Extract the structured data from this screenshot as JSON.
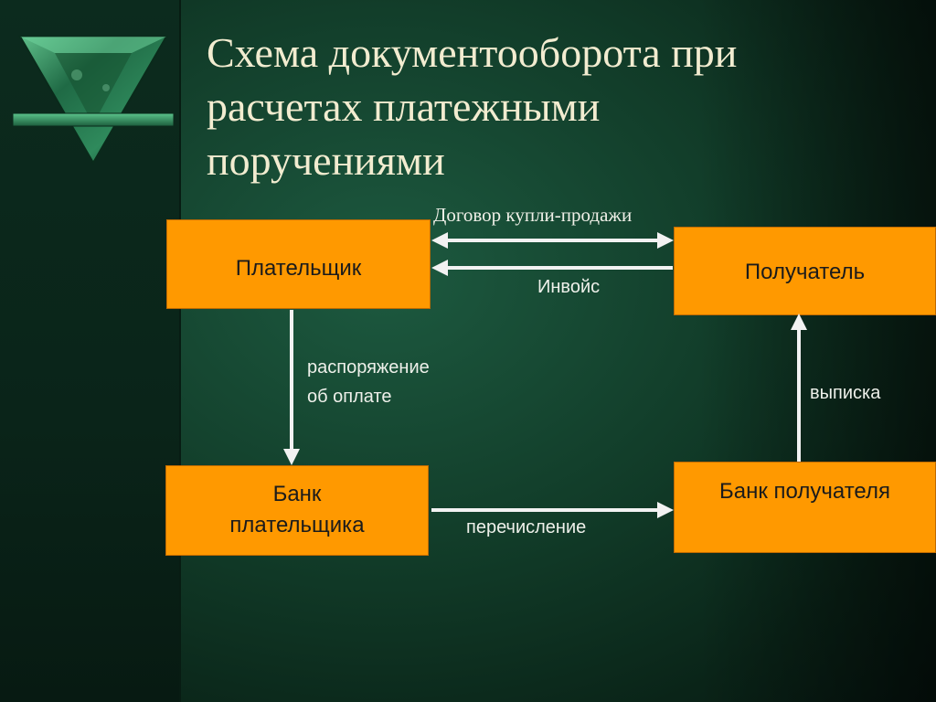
{
  "slide": {
    "title_lines": [
      "Схема документооборота при",
      "расчетах платежными",
      "поручениями"
    ]
  },
  "nodes": {
    "payer": "Плательщик",
    "recipient": "Получатель",
    "payer_bank": [
      "Банк",
      "плательщика"
    ],
    "recipient_bank": "Банк получателя"
  },
  "edges": {
    "contract": "Договор купли-продажи",
    "invoice": "Инвойс",
    "payment_order": [
      "распоряжение",
      "об оплате"
    ],
    "statement": "выписка",
    "transfer": "перечисление"
  },
  "colors": {
    "box_fill": "#ff9900",
    "arrow": "#f2f2f2",
    "title_text": "#f2ecd0",
    "background": "#123d2a"
  }
}
